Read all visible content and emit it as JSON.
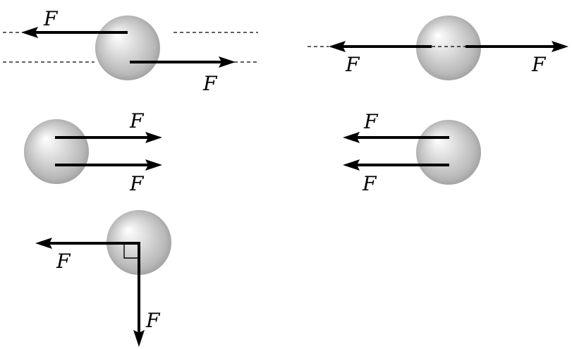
{
  "figure": {
    "label_symbol": "F",
    "panels": [
      {
        "id": "panel-offset-opposite",
        "description": "two equal opposite forces along different lines of action",
        "labels": [
          "F",
          "F"
        ]
      },
      {
        "id": "panel-collinear-opposite",
        "description": "two equal opposite forces along the same line of action",
        "labels": [
          "F",
          "F"
        ]
      },
      {
        "id": "panel-parallel-right",
        "description": "two equal parallel forces pointing right",
        "labels": [
          "F",
          "F"
        ]
      },
      {
        "id": "panel-parallel-left",
        "description": "two equal parallel forces pointing left",
        "labels": [
          "F",
          "F"
        ]
      },
      {
        "id": "panel-perpendicular",
        "description": "two equal perpendicular forces from one point",
        "labels": [
          "F",
          "F"
        ]
      }
    ]
  },
  "colors": {
    "line": "#000000",
    "ball_highlight": "#ffffff",
    "ball_mid": "#d4d4d4",
    "ball_shadow": "#8f8f8f"
  }
}
